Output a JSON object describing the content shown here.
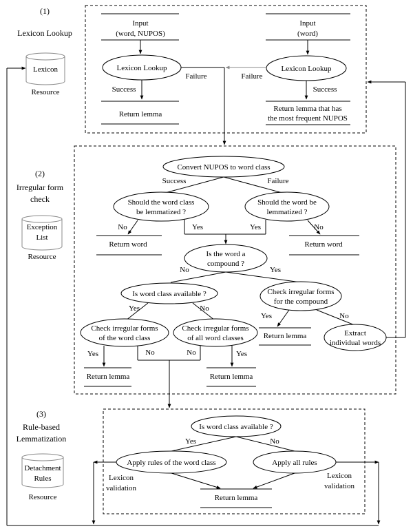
{
  "stages": {
    "s1": {
      "number": "(1)",
      "title": "Lexicon Lookup"
    },
    "s2": {
      "number": "(2)",
      "title_line1": "Irregular form",
      "title_line2": "check"
    },
    "s3": {
      "number": "(3)",
      "title_line1": "Rule-based",
      "title_line2": "Lemmatization"
    }
  },
  "resources": {
    "lexicon": "Lexicon",
    "exception_line1": "Exception",
    "exception_line2": "List",
    "detachment_line1": "Detachment",
    "detachment_line2": "Rules",
    "caption": "Resource"
  },
  "lexicon_lookup": {
    "left": {
      "input_line1": "Input",
      "input_line2": "(word, NUPOS)",
      "node": "Lexicon Lookup",
      "success": "Success",
      "failure": "Failure",
      "output": "Return lemma"
    },
    "right": {
      "input_line1": "Input",
      "input_line2": "(word)",
      "node": "Lexicon Lookup",
      "success": "Success",
      "failure": "Failure",
      "output_line1": "Return lemma that has",
      "output_line2": "the most frequent NUPOS"
    }
  },
  "irregular": {
    "convert": "Convert NUPOS to word class",
    "success": "Success",
    "failure": "Failure",
    "q_class_line1": "Should the word class",
    "q_class_line2": "be lemmatized ?",
    "q_word_line1": "Should the word be",
    "q_word_line2": "lemmatized ?",
    "no": "No",
    "yes": "Yes",
    "return_word": "Return word",
    "q_compound_line1": "Is the word a",
    "q_compound_line2": "compound ?",
    "q_available": "Is word class available ?",
    "check_compound_line1": "Check irregular forms",
    "check_compound_line2": "for  the compound",
    "check_class_line1": "Check irregular forms",
    "check_class_line2": "of the word class",
    "check_all_line1": "Check irregular forms",
    "check_all_line2": "of all word classes",
    "extract_line1": "Extract",
    "extract_line2": "individual words",
    "return_lemma": "Return lemma"
  },
  "rules": {
    "q_available": "Is word class available ?",
    "yes": "Yes",
    "no": "No",
    "apply_class": "Apply rules of the word class",
    "apply_all": "Apply all rules",
    "validation_line1": "Lexicon",
    "validation_line2": "validation",
    "return_lemma": "Return lemma"
  }
}
